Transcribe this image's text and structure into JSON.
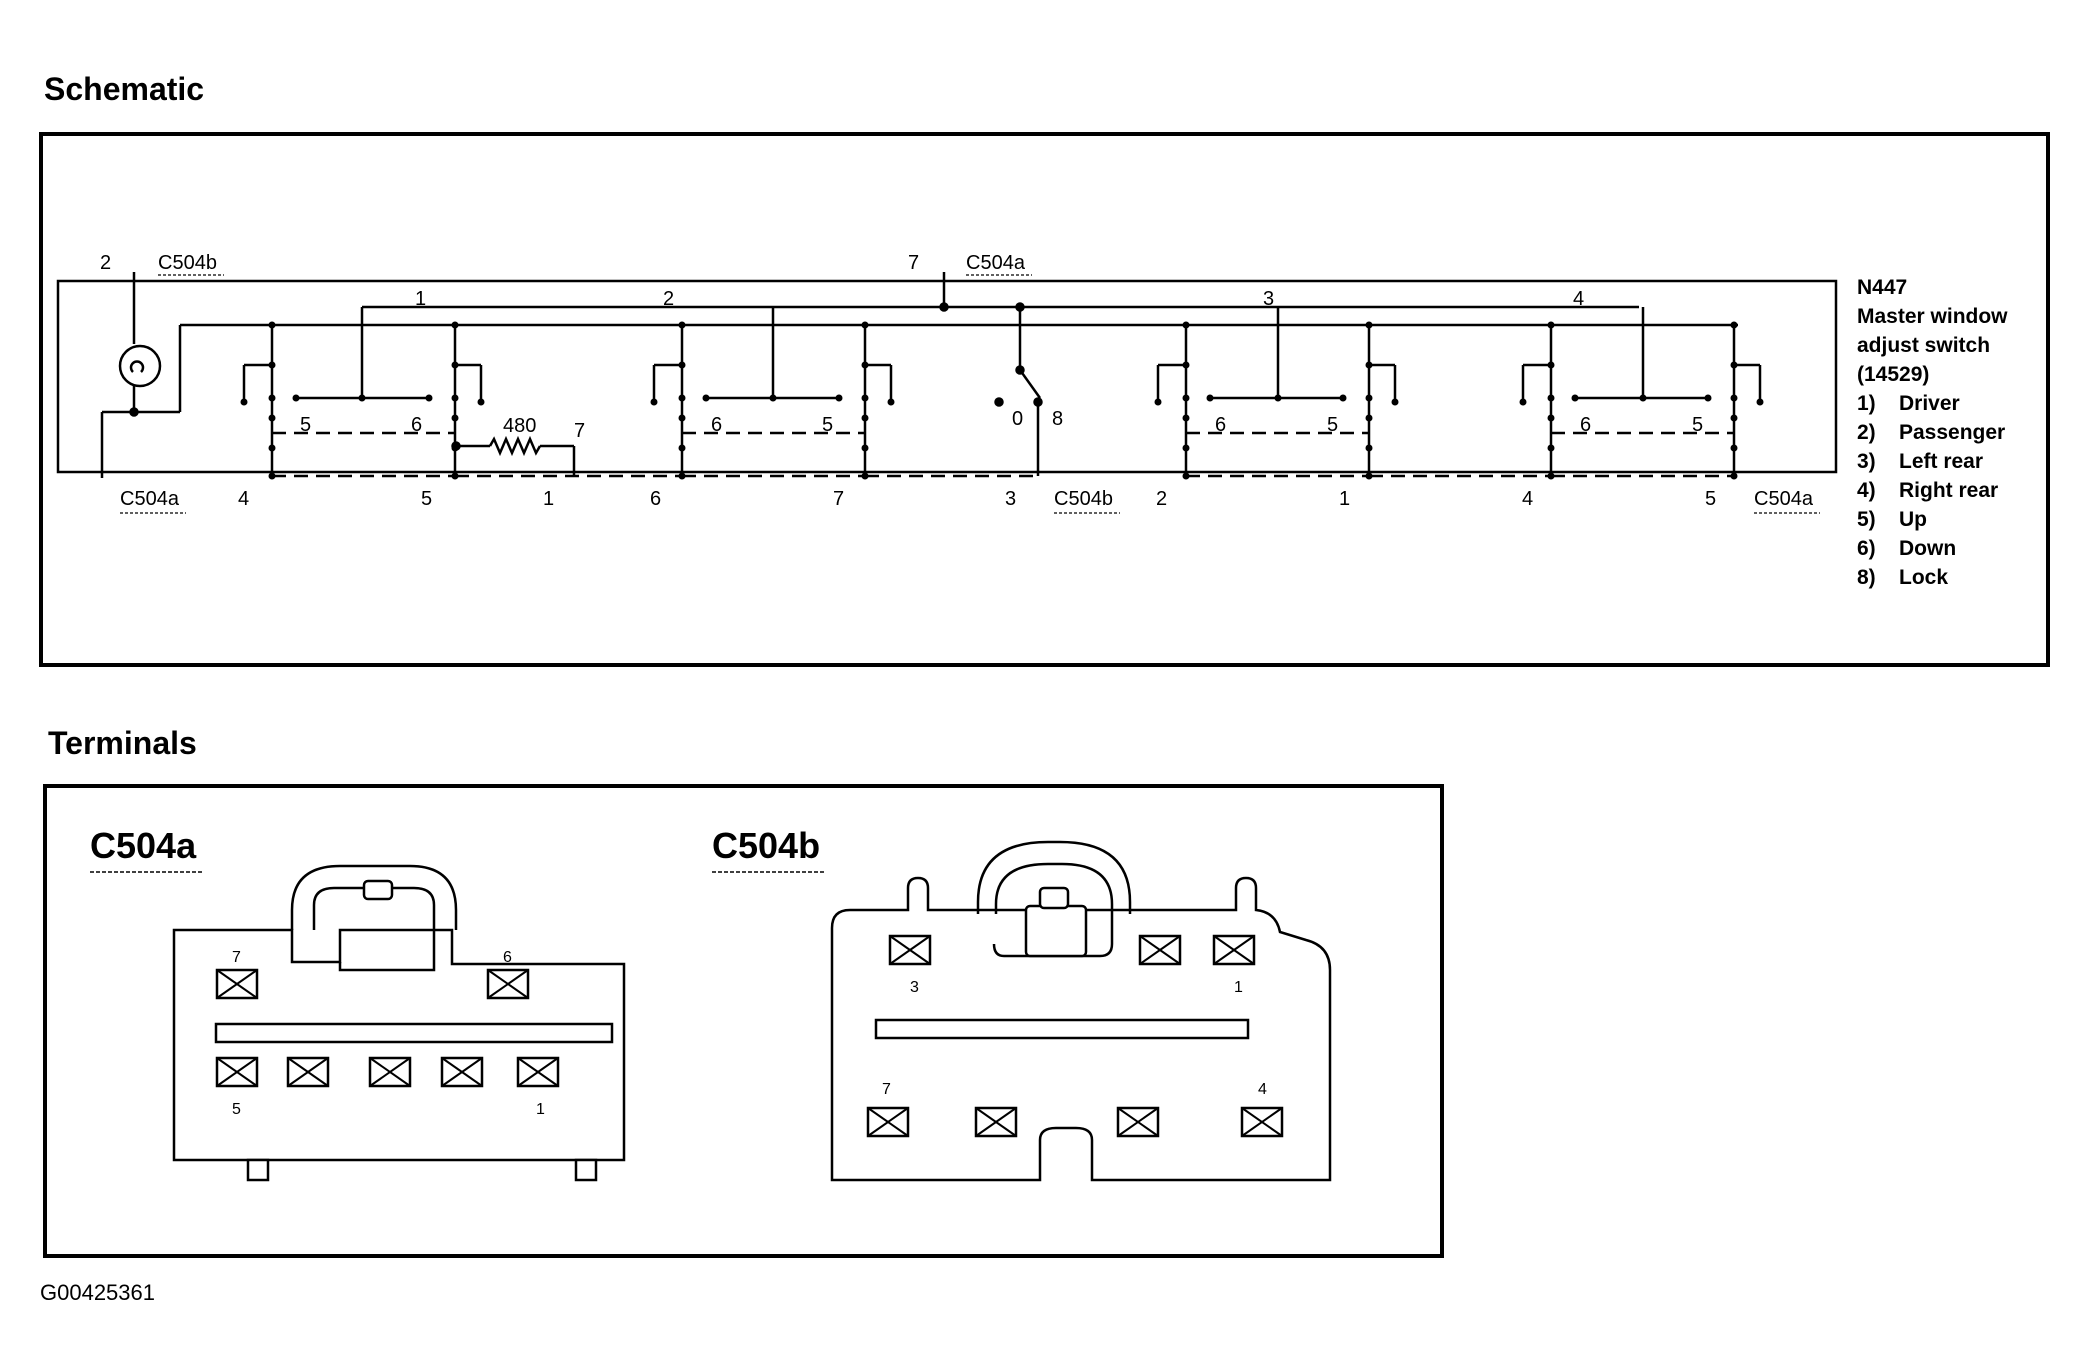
{
  "headings": {
    "schematic": "Schematic",
    "terminals": "Terminals"
  },
  "figure_id": "G00425361",
  "schematic": {
    "top_left_pin": "2",
    "top_left_conn": "C504b",
    "top_mid_pin": "7",
    "top_mid_conn": "C504a",
    "switch_numbers": [
      "1",
      "2",
      "3",
      "4"
    ],
    "contacts": {
      "sw1_a": "5",
      "sw1_b": "6",
      "sw2_a": "6",
      "sw2_b": "5",
      "sw3_a": "6",
      "sw3_b": "5",
      "sw4_a": "6",
      "sw4_b": "5"
    },
    "resistor_value": "480",
    "resistor_pin": "7",
    "lock_positions": [
      "0",
      "8"
    ],
    "bottom_pins": [
      {
        "conn": "C504a"
      },
      {
        "pin": "4"
      },
      {
        "pin": "5"
      },
      {
        "pin": "1"
      },
      {
        "pin": "6"
      },
      {
        "pin": "7"
      },
      {
        "pin": "3"
      },
      {
        "conn": "C504b"
      },
      {
        "pin": "2"
      },
      {
        "pin": "1"
      },
      {
        "pin": "4"
      },
      {
        "pin": "5"
      },
      {
        "conn": "C504a"
      }
    ],
    "bottom_labels": {
      "c1": "C504a",
      "p4": "4",
      "p5": "5",
      "p1": "1",
      "p6": "6",
      "p7": "7",
      "p3": "3",
      "c2": "C504b",
      "q2": "2",
      "q1": "1",
      "q4": "4",
      "q5": "5",
      "c3": "C504a"
    }
  },
  "legend": {
    "lines": [
      "N447",
      "Master window",
      "adjust switch",
      "(14529)"
    ],
    "items": [
      {
        "num": "1)",
        "label": "Driver"
      },
      {
        "num": "2)",
        "label": "Passenger"
      },
      {
        "num": "3)",
        "label": "Left rear"
      },
      {
        "num": "4)",
        "label": "Right rear"
      },
      {
        "num": "5)",
        "label": "Up"
      },
      {
        "num": "6)",
        "label": "Down"
      },
      {
        "num": "8)",
        "label": "Lock"
      }
    ]
  },
  "terminals": {
    "c504a": {
      "title": "C504a",
      "pins": {
        "p7": "7",
        "p6": "6",
        "p5": "5",
        "p1": "1"
      }
    },
    "c504b": {
      "title": "C504b",
      "pins": {
        "p3": "3",
        "p1": "1",
        "p7": "7",
        "p4": "4"
      }
    }
  }
}
